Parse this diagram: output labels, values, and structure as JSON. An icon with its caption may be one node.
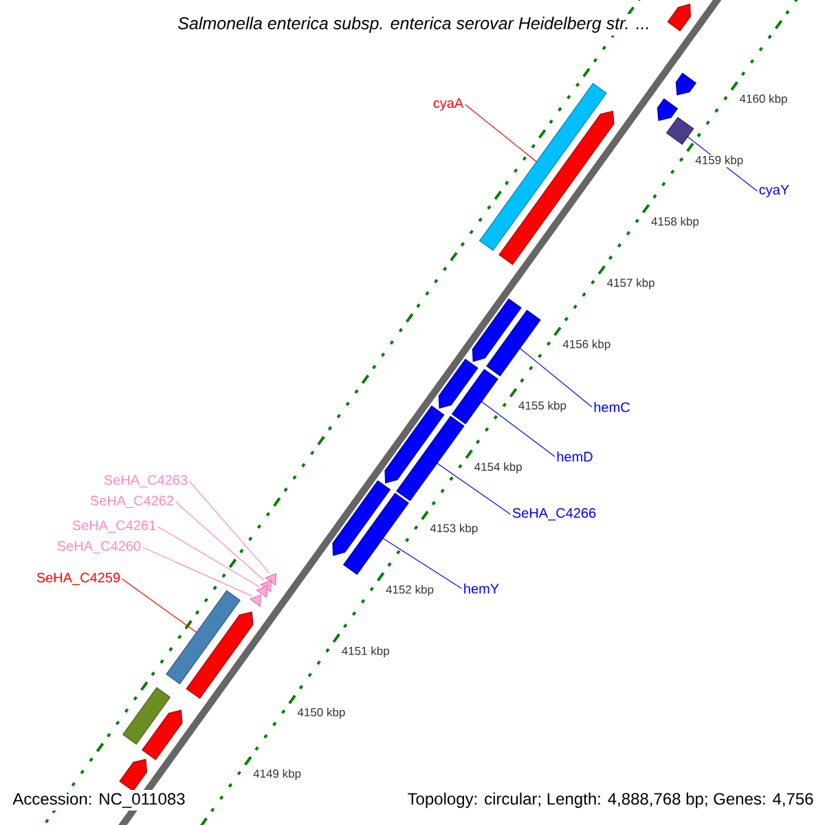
{
  "diagram": {
    "title": "Salmonella enterica subsp. enterica serovar Heidelberg str. ...",
    "nodes": [
      {
        "text": [
          "cyaA"
        ]
      },
      {
        "text": [
          "cyaY"
        ]
      },
      {
        "text": [
          "hemC"
        ]
      },
      {
        "text": [
          "hemD"
        ]
      },
      {
        "text": [
          "SeHA_C4266"
        ]
      },
      {
        "text": [
          "hemY"
        ]
      },
      {
        "text": [
          "SeHA_C4263"
        ]
      },
      {
        "text": [
          "SeHA_C4262"
        ]
      },
      {
        "text": [
          "SeHA_C4261"
        ]
      },
      {
        "text": [
          "SeHA_C4260"
        ]
      },
      {
        "text": [
          "SeHA_C4259"
        ]
      },
      {
        "text": [],
        "shape": "pentagon"
      },
      {
        "text": [],
        "shape": "pentagon"
      },
      {
        "text": [],
        "shape": "pentagon"
      },
      {
        "text": [],
        "shape": "bar"
      },
      {
        "text": [],
        "shape": "bar"
      },
      {
        "text": [],
        "shape": "pentagon"
      },
      {
        "text": [],
        "shape": "pentagon"
      },
      {
        "text": [],
        "shape": "pentagon"
      },
      {
        "text": [],
        "shape": "pentagon"
      },
      {
        "text": [],
        "shape": "pentagon"
      },
      {
        "text": [],
        "shape": "bar"
      },
      {
        "text": [],
        "shape": "bar"
      },
      {
        "text": [],
        "shape": "bar"
      },
      {
        "text": [],
        "shape": "bar"
      },
      {
        "text": [],
        "shape": "triangle"
      },
      {
        "text": [],
        "shape": "triangle"
      },
      {
        "text": [],
        "shape": "triangle"
      },
      {
        "text": [],
        "shape": "triangle"
      },
      {
        "text": [],
        "shape": "bar"
      },
      {
        "text": [],
        "shape": "pentagon"
      },
      {
        "text": [],
        "shape": "bar"
      },
      {
        "text": [],
        "shape": "pentagon"
      },
      {
        "text": [],
        "shape": "pentagon"
      }
    ],
    "edges": [
      {
        "from": 0,
        "to": 15,
        "arrow": "none",
        "color": "#ff0000"
      },
      {
        "from": 1,
        "to": 14,
        "arrow": "none"
      },
      {
        "from": 2,
        "to": 21,
        "arrow": "none"
      },
      {
        "from": 3,
        "to": 22,
        "arrow": "none"
      },
      {
        "from": 4,
        "to": 23,
        "arrow": "none"
      },
      {
        "from": 5,
        "to": 24,
        "arrow": "none"
      },
      {
        "from": 6,
        "to": 25,
        "arrow": "none",
        "color": "#ff88c0"
      },
      {
        "from": 7,
        "to": 26,
        "arrow": "none",
        "color": "#ff88c0"
      },
      {
        "from": 8,
        "to": 27,
        "arrow": "none",
        "color": "#ff88c0"
      },
      {
        "from": 9,
        "to": 28,
        "arrow": "none",
        "color": "#ff88c0"
      },
      {
        "from": 10,
        "to": 29,
        "arrow": "none",
        "color": "#ff0000"
      }
    ],
    "labels": [
      "4160 kbp",
      "4159 kbp",
      "4158 kbp",
      "4157 kbp",
      "4156 kbp",
      "4155 kbp",
      "4154 kbp",
      "4153 kbp",
      "4152 kbp",
      "4151 kbp",
      "4150 kbp",
      "4149 kbp",
      "Accession: NC_011083",
      "Topology: circular; Length: 4,888,768 bp; Genes: 4,756"
    ]
  }
}
